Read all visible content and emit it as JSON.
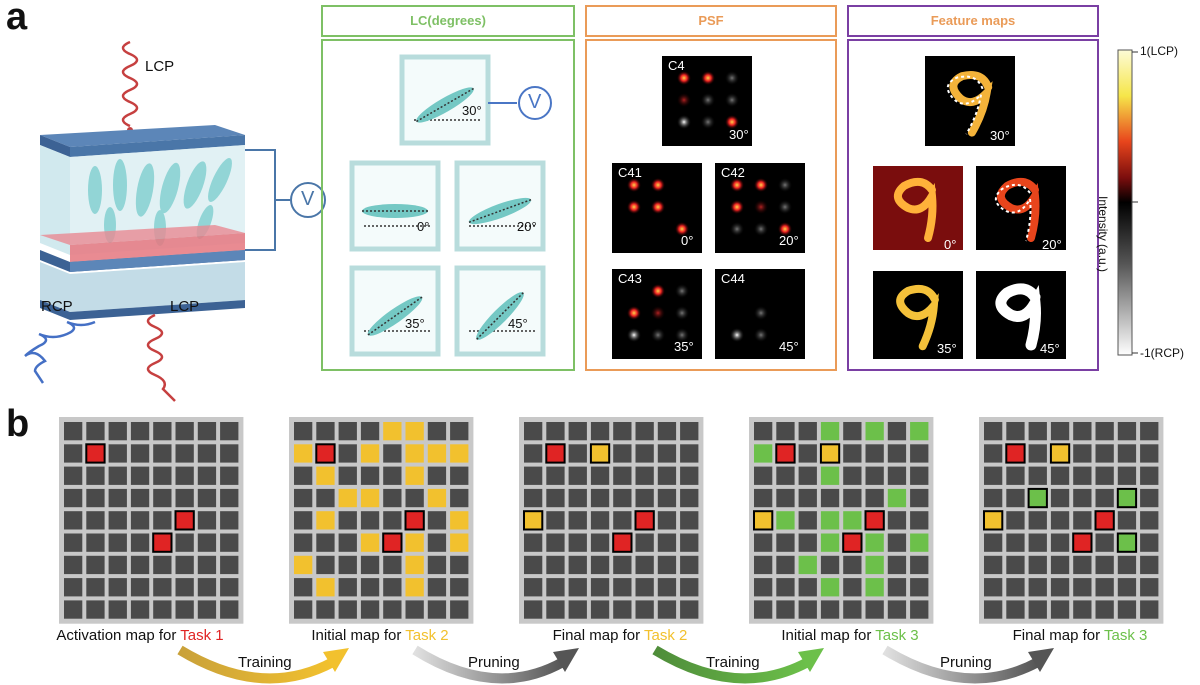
{
  "panel_a": {
    "letter": "a",
    "device": {
      "lcp_top": "LCP",
      "rcp_bottom": "RCP",
      "lcp_bottom": "LCP",
      "voltage": "V"
    },
    "lc_box": {
      "header": "LC(degrees)",
      "voltage": "V",
      "cells": [
        {
          "angle": "30°",
          "angle_value": 30
        },
        {
          "angle": "0°",
          "angle_value": 0
        },
        {
          "angle": "20°",
          "angle_value": 20
        },
        {
          "angle": "35°",
          "angle_value": 35
        },
        {
          "angle": "45°",
          "angle_value": 45
        }
      ]
    },
    "psf_box": {
      "header": "PSF",
      "cells": [
        {
          "tag": "C4",
          "angle": "30°"
        },
        {
          "tag": "C41",
          "angle": "0°"
        },
        {
          "tag": "C42",
          "angle": "20°"
        },
        {
          "tag": "C43",
          "angle": "35°"
        },
        {
          "tag": "C44",
          "angle": "45°"
        }
      ]
    },
    "feature_box": {
      "header": "Feature maps",
      "cells": [
        {
          "angle": "30°"
        },
        {
          "angle": "0°"
        },
        {
          "angle": "20°"
        },
        {
          "angle": "35°"
        },
        {
          "angle": "45°"
        }
      ]
    },
    "colorbar": {
      "top": "1(LCP)",
      "bottom": "-1(RCP)",
      "label": "Intensity (a.u.)"
    }
  },
  "panel_b": {
    "letter": "b",
    "colors": {
      "task1": "#e02424",
      "task2": "#f2c12e",
      "task3": "#6cc04a",
      "inactive": "#4a4a4a"
    },
    "maps": [
      {
        "prefix": "Activation map for ",
        "task": "Task 1",
        "task_color": "#e02424"
      },
      {
        "prefix": "Initial map for ",
        "task": "Task 2",
        "task_color": "#f2c12e"
      },
      {
        "prefix": "Final map for ",
        "task": "Task 2",
        "task_color": "#f2c12e"
      },
      {
        "prefix": "Initial map for ",
        "task": "Task 3",
        "task_color": "#6cc04a"
      },
      {
        "prefix": "Final map for ",
        "task": "Task 3",
        "task_color": "#6cc04a"
      }
    ],
    "arrows": [
      {
        "label": "Training"
      },
      {
        "label": "Pruning"
      },
      {
        "label": "Training"
      },
      {
        "label": "Pruning"
      }
    ]
  }
}
